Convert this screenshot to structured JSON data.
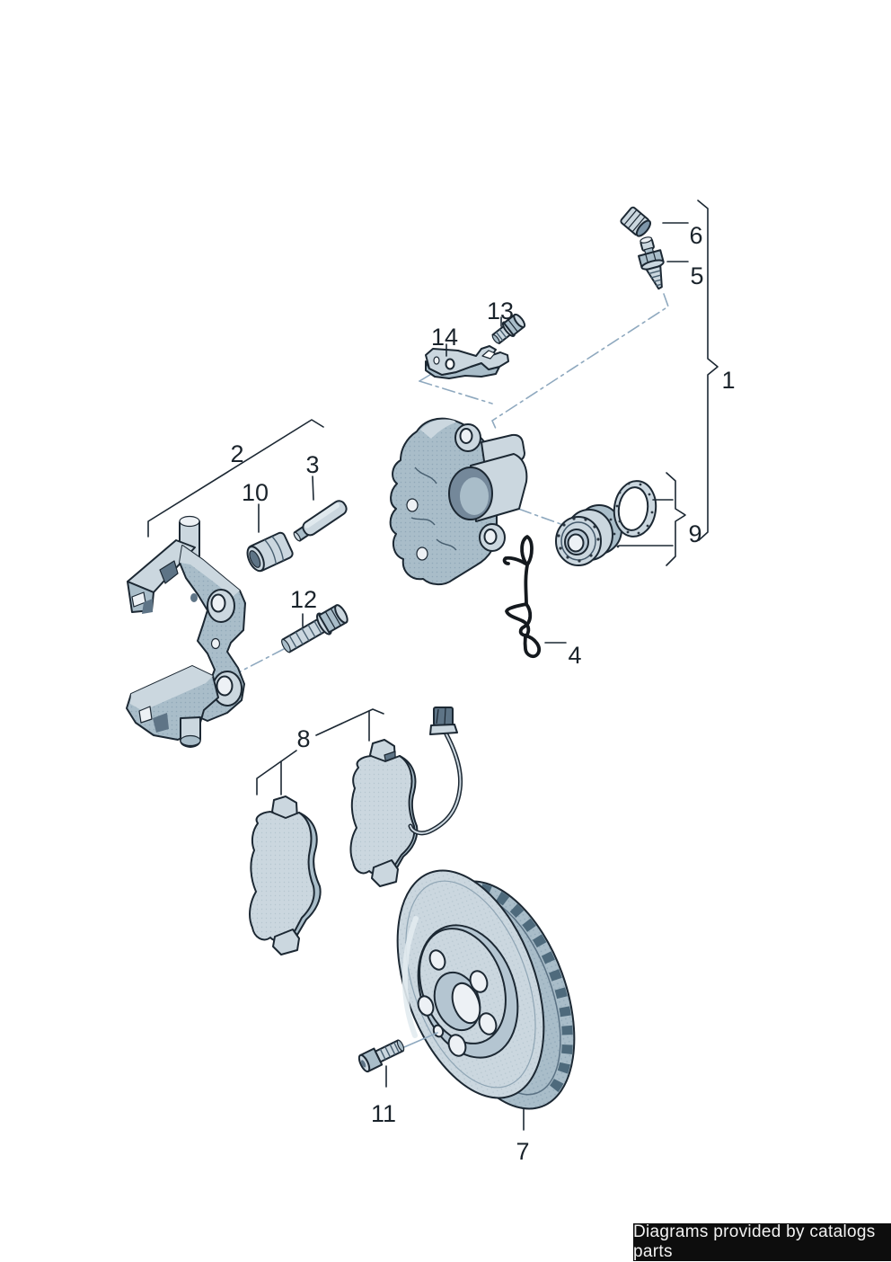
{
  "figure": {
    "callouts": [
      {
        "label": "1"
      },
      {
        "label": "2"
      },
      {
        "label": "3"
      },
      {
        "label": "4"
      },
      {
        "label": "5"
      },
      {
        "label": "6"
      },
      {
        "label": "7"
      },
      {
        "label": "8"
      },
      {
        "label": "9"
      },
      {
        "label": "10"
      },
      {
        "label": "11"
      },
      {
        "label": "12"
      },
      {
        "label": "13"
      },
      {
        "label": "14"
      }
    ]
  },
  "footer": {
    "text": "Diagrams provided by catalogs parts"
  },
  "colors": {
    "background": "#ffffff",
    "outline": "#1c2833",
    "part_light": "#cbd7df",
    "part_mid": "#a9bdc9",
    "part_dark": "#7e96a9",
    "recess": "#5e7486",
    "vent_slot": "#4e6a7c",
    "leader_blue": "#8fa9bf",
    "label_text": "#1a232b",
    "footer_background": "#0d0d0d",
    "footer_text": "#f2f2f2"
  }
}
